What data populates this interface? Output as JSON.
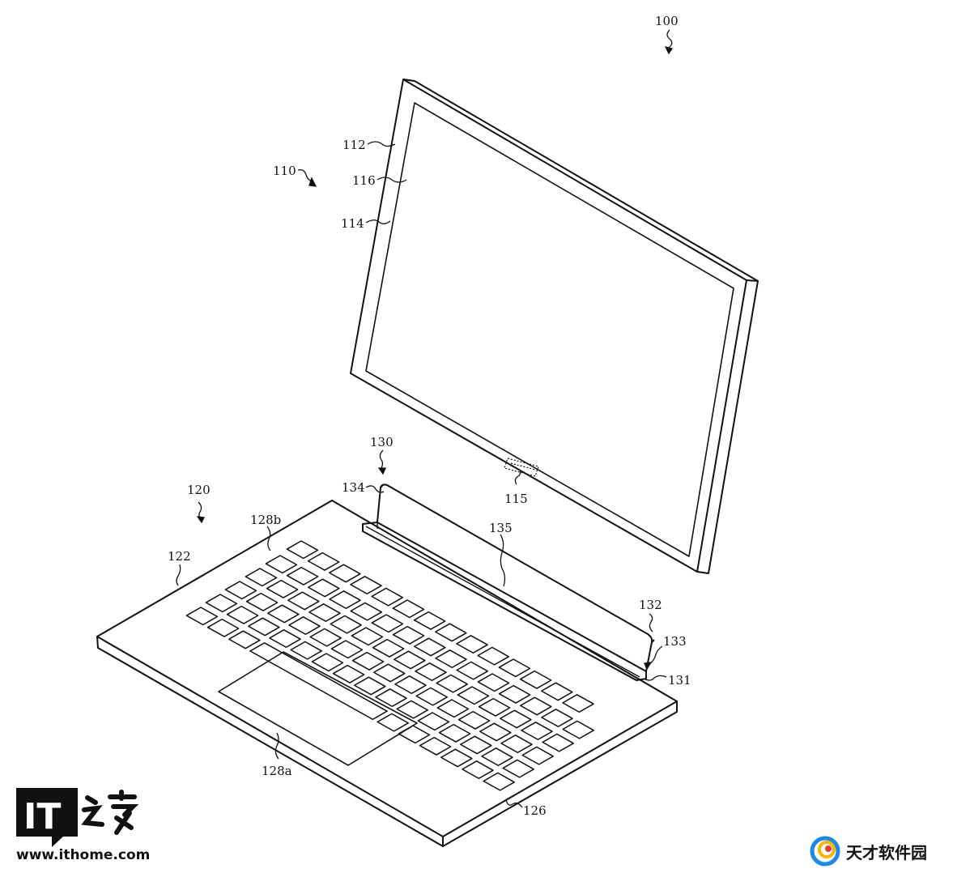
{
  "labels": {
    "l100": "100",
    "l110": "110",
    "l112": "112",
    "l114": "114",
    "l115": "115",
    "l116": "116",
    "l120": "120",
    "l122": "122",
    "l126": "126",
    "l128a": "128a",
    "l128b": "128b",
    "l130": "130",
    "l131": "131",
    "l132": "132",
    "l133": "133",
    "l134": "134",
    "l135": "135"
  },
  "watermarks": {
    "ithome_logo": "IT",
    "ithome_url": "www.ithome.com",
    "tiancai": "天才软件园"
  },
  "colors": {
    "line": "#111111",
    "ithome_red": "#d0021b",
    "tiancai_blue": "#1e88e5",
    "tiancai_yellow": "#f5b800",
    "tiancai_red": "#e53935"
  }
}
